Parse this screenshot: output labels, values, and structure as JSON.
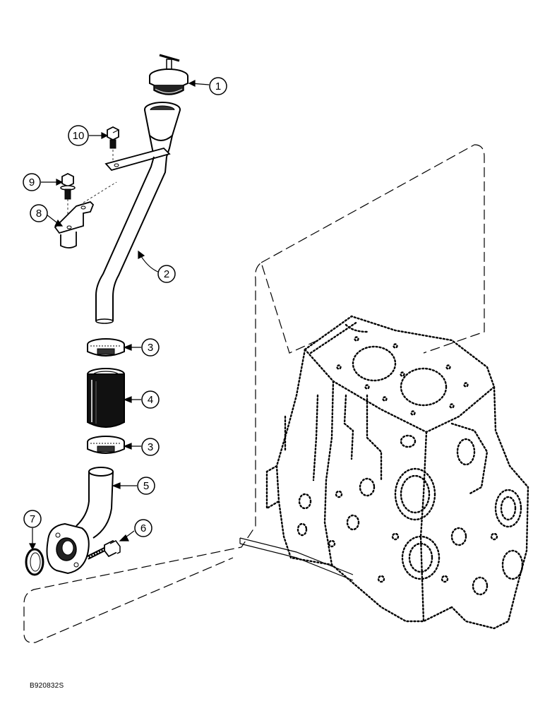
{
  "callouts": [
    {
      "id": "c1",
      "label": "1"
    },
    {
      "id": "c2",
      "label": "2"
    },
    {
      "id": "c3a",
      "label": "3"
    },
    {
      "id": "c4",
      "label": "4"
    },
    {
      "id": "c3b",
      "label": "3"
    },
    {
      "id": "c5",
      "label": "5"
    },
    {
      "id": "c6",
      "label": "6"
    },
    {
      "id": "c7",
      "label": "7"
    },
    {
      "id": "c8",
      "label": "8"
    },
    {
      "id": "c9",
      "label": "9"
    },
    {
      "id": "c10",
      "label": "10"
    }
  ],
  "figure_code": "B920832S"
}
